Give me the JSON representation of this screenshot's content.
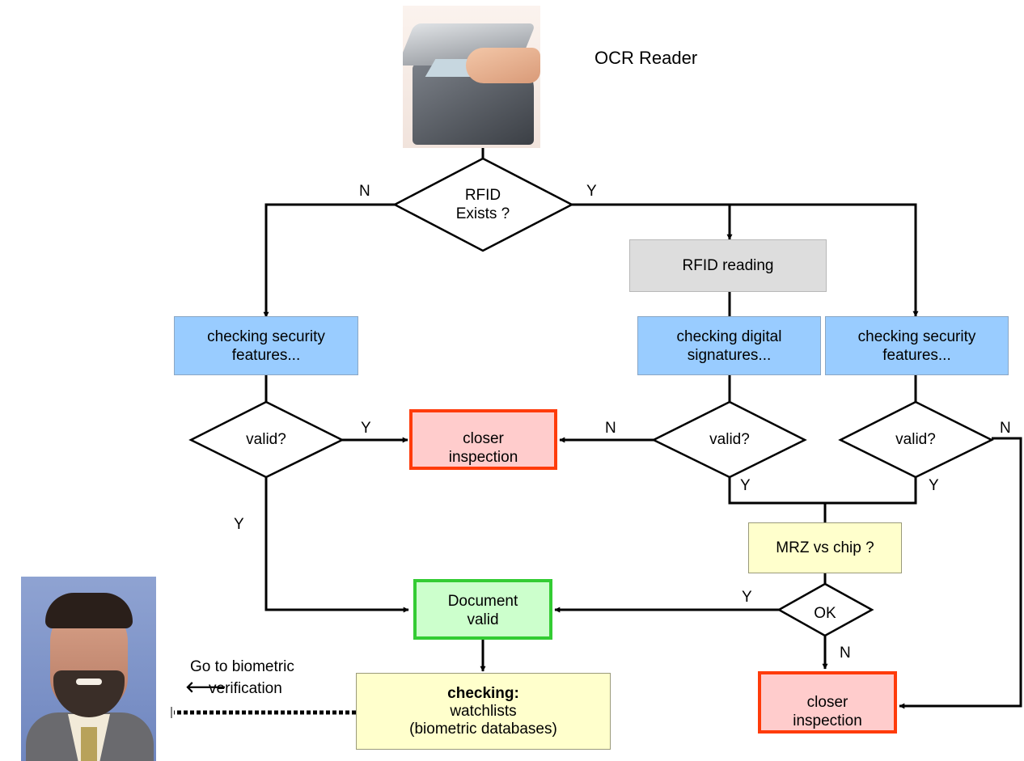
{
  "title": "OCR Reader",
  "decisions": {
    "rfid_exists": "RFID\nExists ?",
    "valid_left": "valid?",
    "valid_mid": "valid?",
    "valid_right": "valid?",
    "ok": "OK"
  },
  "boxes": {
    "rfid_reading": "RFID reading",
    "security_left": "checking security features...",
    "digital_signatures": "checking digital signatures...",
    "security_right": "checking security features...",
    "closer_inspection_top": "closer inspection",
    "mrz_vs_chip": "MRZ vs chip ?",
    "document_valid": "Document valid",
    "closer_inspection_bottom": "closer inspection",
    "checking_title": "checking:",
    "checking_lines": "watchlists\n(biometric databases)"
  },
  "edge_labels": {
    "rfid_no": "N",
    "rfid_yes": "Y",
    "valid_left_yes_right": "Y",
    "valid_left_yes_down": "Y",
    "valid_mid_no": "N",
    "valid_mid_yes": "Y",
    "valid_right_yes": "Y",
    "valid_right_no": "N",
    "ok_yes": "Y",
    "ok_no": "N"
  },
  "biometric_note": {
    "line1": "Go to biometric",
    "arrow": "🡐",
    "line2": "verification"
  },
  "colors": {
    "process_blue": "#99ccff",
    "process_gray": "#dddddd",
    "process_yellow": "#ffffcc",
    "alert_fill": "#ffcccc",
    "alert_border": "#ff3b0a",
    "ok_fill": "#ccffcc",
    "ok_border": "#33cc33"
  }
}
